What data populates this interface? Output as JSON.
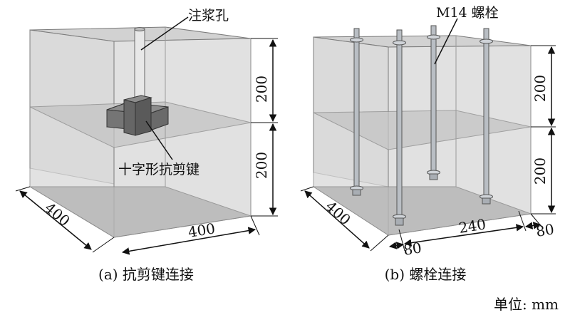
{
  "figure_a": {
    "caption": "(a) 抗剪键连接",
    "label_grout_hole": "注浆孔",
    "label_shear_key": "十字形抗剪键",
    "dim_height_top": "200",
    "dim_height_bottom": "200",
    "dim_depth": "400",
    "dim_width": "400"
  },
  "figure_b": {
    "caption": "(b) 螺栓连接",
    "label_bolt": "M14 螺栓",
    "dim_height_top": "200",
    "dim_height_bottom": "200",
    "dim_depth": "400",
    "dim_width_left": "80",
    "dim_width_mid": "240",
    "dim_width_right": "80"
  },
  "unit_note": "单位: mm",
  "colors": {
    "block_face": "#d9d9d9",
    "block_edge": "#777777",
    "bolt": "#b9bec4",
    "key": "#6e6e6e"
  }
}
